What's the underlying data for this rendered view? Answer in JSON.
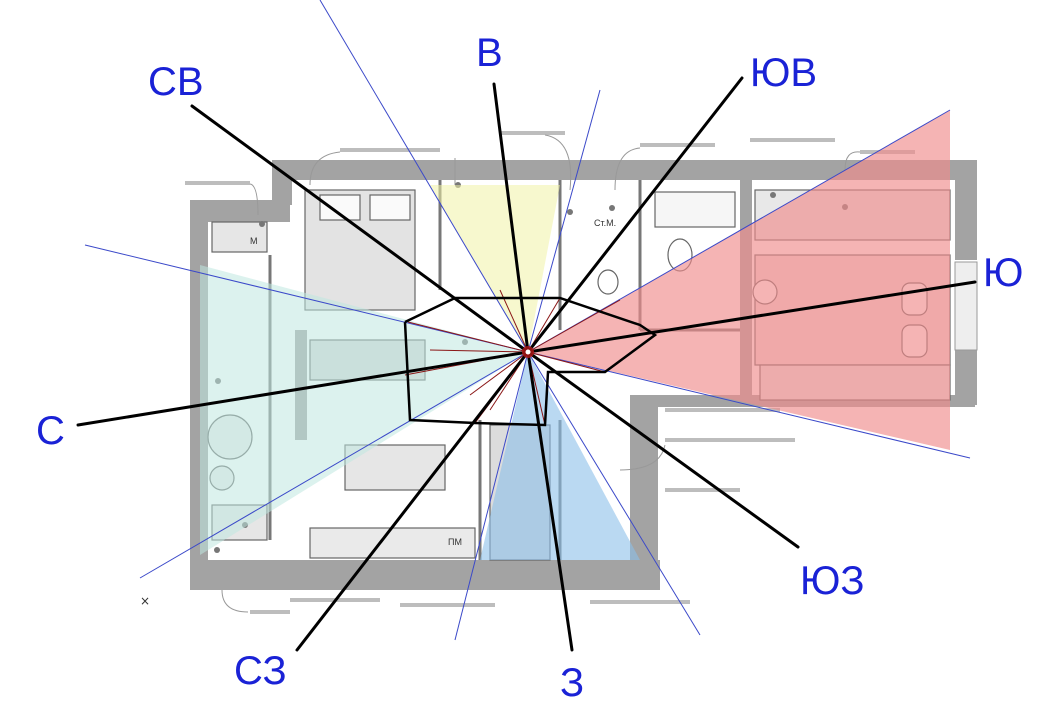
{
  "directions": [
    {
      "id": "n",
      "label": "В"
    },
    {
      "id": "ne",
      "label": "ЮВ"
    },
    {
      "id": "e",
      "label": "Ю"
    },
    {
      "id": "se",
      "label": "ЮЗ"
    },
    {
      "id": "s",
      "label": "З"
    },
    {
      "id": "sw",
      "label": "СЗ"
    },
    {
      "id": "w",
      "label": "С"
    },
    {
      "id": "nw",
      "label": "СВ"
    }
  ],
  "plan_labels": {
    "meter": "М",
    "riser": "Ст.М.",
    "dishwasher": "ПМ"
  },
  "sectors": [
    {
      "id": "yellow",
      "color": "#f0f3a6"
    },
    {
      "id": "red",
      "color": "#f08c8c"
    },
    {
      "id": "blue",
      "color": "#8cc0ea"
    },
    {
      "id": "teal",
      "color": "#bfe7e0"
    }
  ],
  "colors": {
    "label_text": "#1a22d6",
    "wall": "#9a9a9a",
    "ray": "#000000",
    "guide_line": "#3b49c9",
    "center": "#c01818"
  }
}
